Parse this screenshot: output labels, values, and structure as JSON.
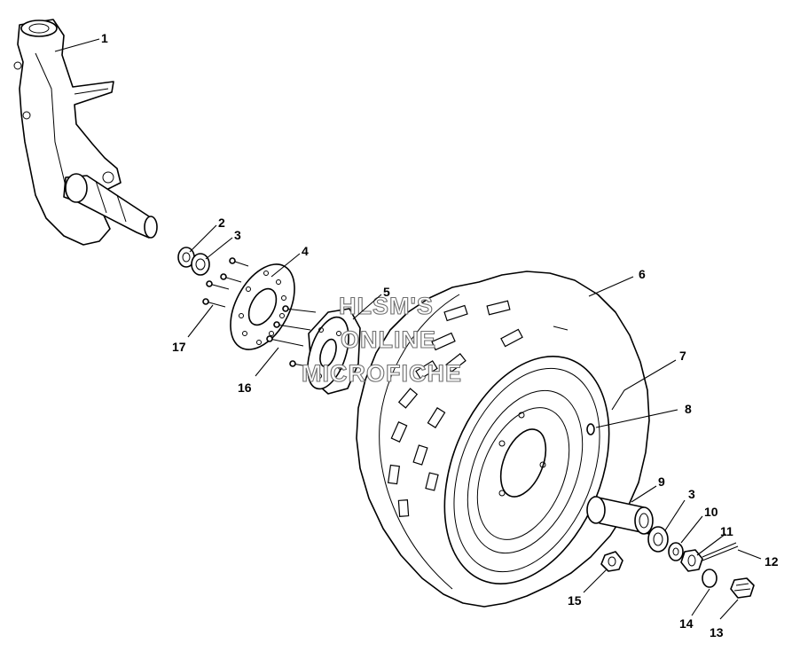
{
  "watermark": {
    "line1": "HLSM'S",
    "line2": "ONLINE",
    "line3": "MICROFICHE"
  },
  "callouts": [
    {
      "id": "1",
      "label": "1"
    },
    {
      "id": "2",
      "label": "2"
    },
    {
      "id": "3a",
      "label": "3"
    },
    {
      "id": "4",
      "label": "4"
    },
    {
      "id": "5",
      "label": "5"
    },
    {
      "id": "6",
      "label": "6"
    },
    {
      "id": "7",
      "label": "7"
    },
    {
      "id": "8",
      "label": "8"
    },
    {
      "id": "9",
      "label": "9"
    },
    {
      "id": "3b",
      "label": "3"
    },
    {
      "id": "10",
      "label": "10"
    },
    {
      "id": "11",
      "label": "11"
    },
    {
      "id": "12",
      "label": "12"
    },
    {
      "id": "13",
      "label": "13"
    },
    {
      "id": "14",
      "label": "14"
    },
    {
      "id": "15",
      "label": "15"
    },
    {
      "id": "16",
      "label": "16"
    },
    {
      "id": "17",
      "label": "17"
    }
  ],
  "colors": {
    "line": "#000000",
    "background": "#ffffff",
    "watermark_outline": "#6f6f6f"
  }
}
